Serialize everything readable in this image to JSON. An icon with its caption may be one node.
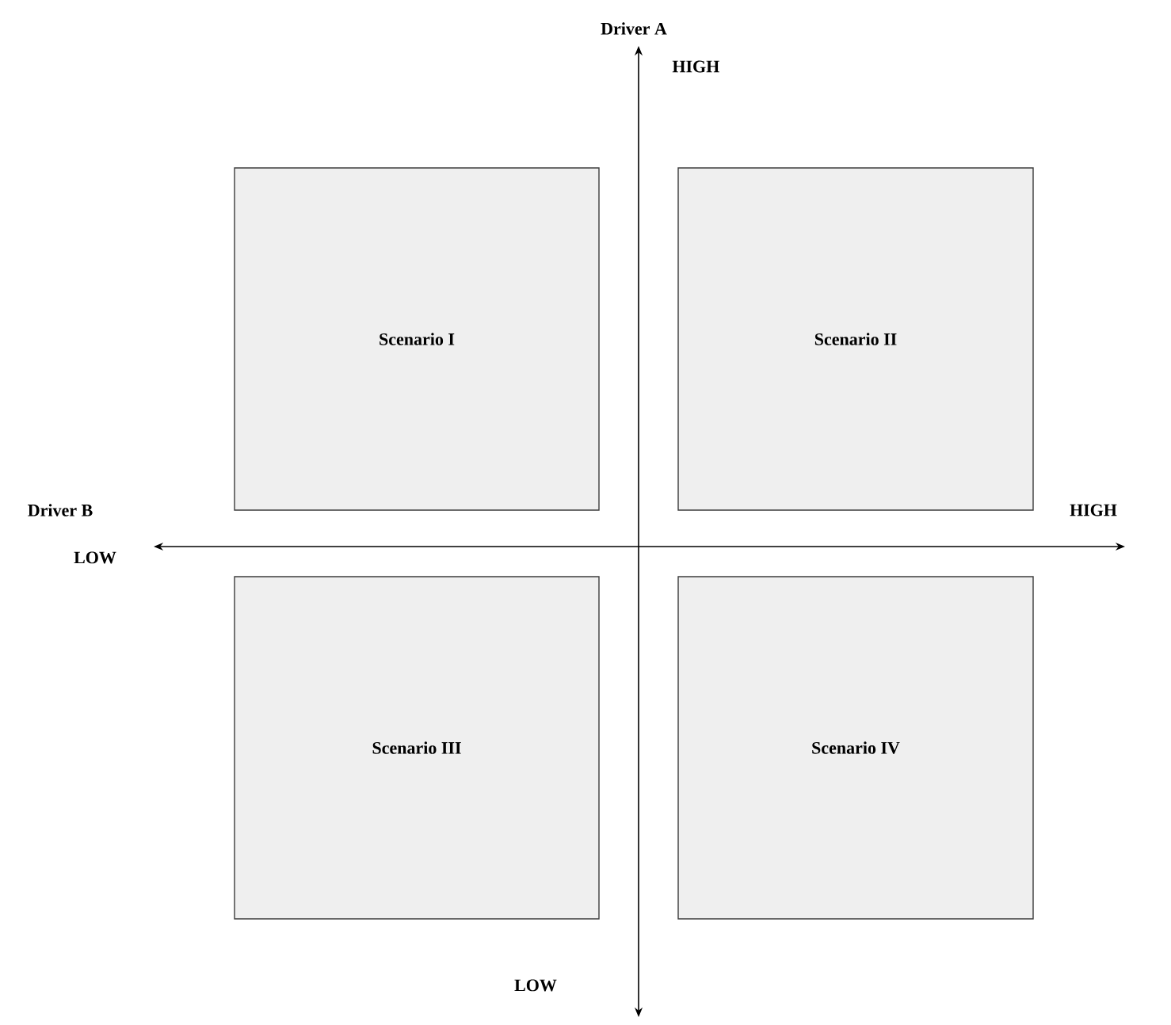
{
  "diagram": {
    "nodes": [
      {
        "text": [
          "Scenario I"
        ]
      },
      {
        "text": [
          "Scenario II"
        ]
      },
      {
        "text": [
          "Scenario III"
        ]
      },
      {
        "text": [
          "Scenario IV"
        ]
      }
    ],
    "labels": [
      "Driver A",
      "HIGH",
      "Driver B",
      "LOW",
      "HIGH",
      "LOW"
    ]
  }
}
